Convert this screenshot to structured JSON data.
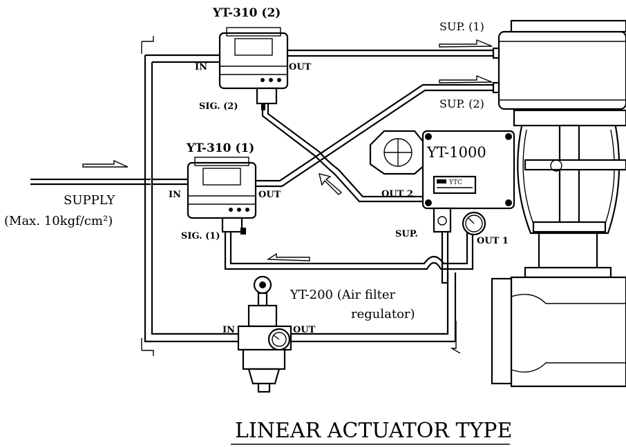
{
  "diagram": {
    "title": "LINEAR ACTUATOR TYPE",
    "supply_label": "SUPPLY",
    "supply_spec": "(Max. 10kgf/cm²)",
    "booster_2": {
      "name": "YT-310 (2)",
      "in": "IN",
      "out": "OUT",
      "sig": "SIG. (2)"
    },
    "booster_1": {
      "name": "YT-310 (1)",
      "in": "IN",
      "out": "OUT",
      "sig": "SIG. (1)"
    },
    "positioner": {
      "name": "YT-1000",
      "out2": "OUT 2",
      "out1": "OUT 1",
      "sup": "SUP.",
      "nameplate": "YTC"
    },
    "regulator": {
      "name_line1": "YT-200 (Air filter",
      "name_line2": "regulator)",
      "in": "IN",
      "out": "OUT"
    },
    "actuator": {
      "sup1": "SUP. (1)",
      "sup2": "SUP. (2)"
    }
  },
  "icons": [
    "arrow-icon",
    "pressure-gauge-icon",
    "handwheel-icon"
  ]
}
